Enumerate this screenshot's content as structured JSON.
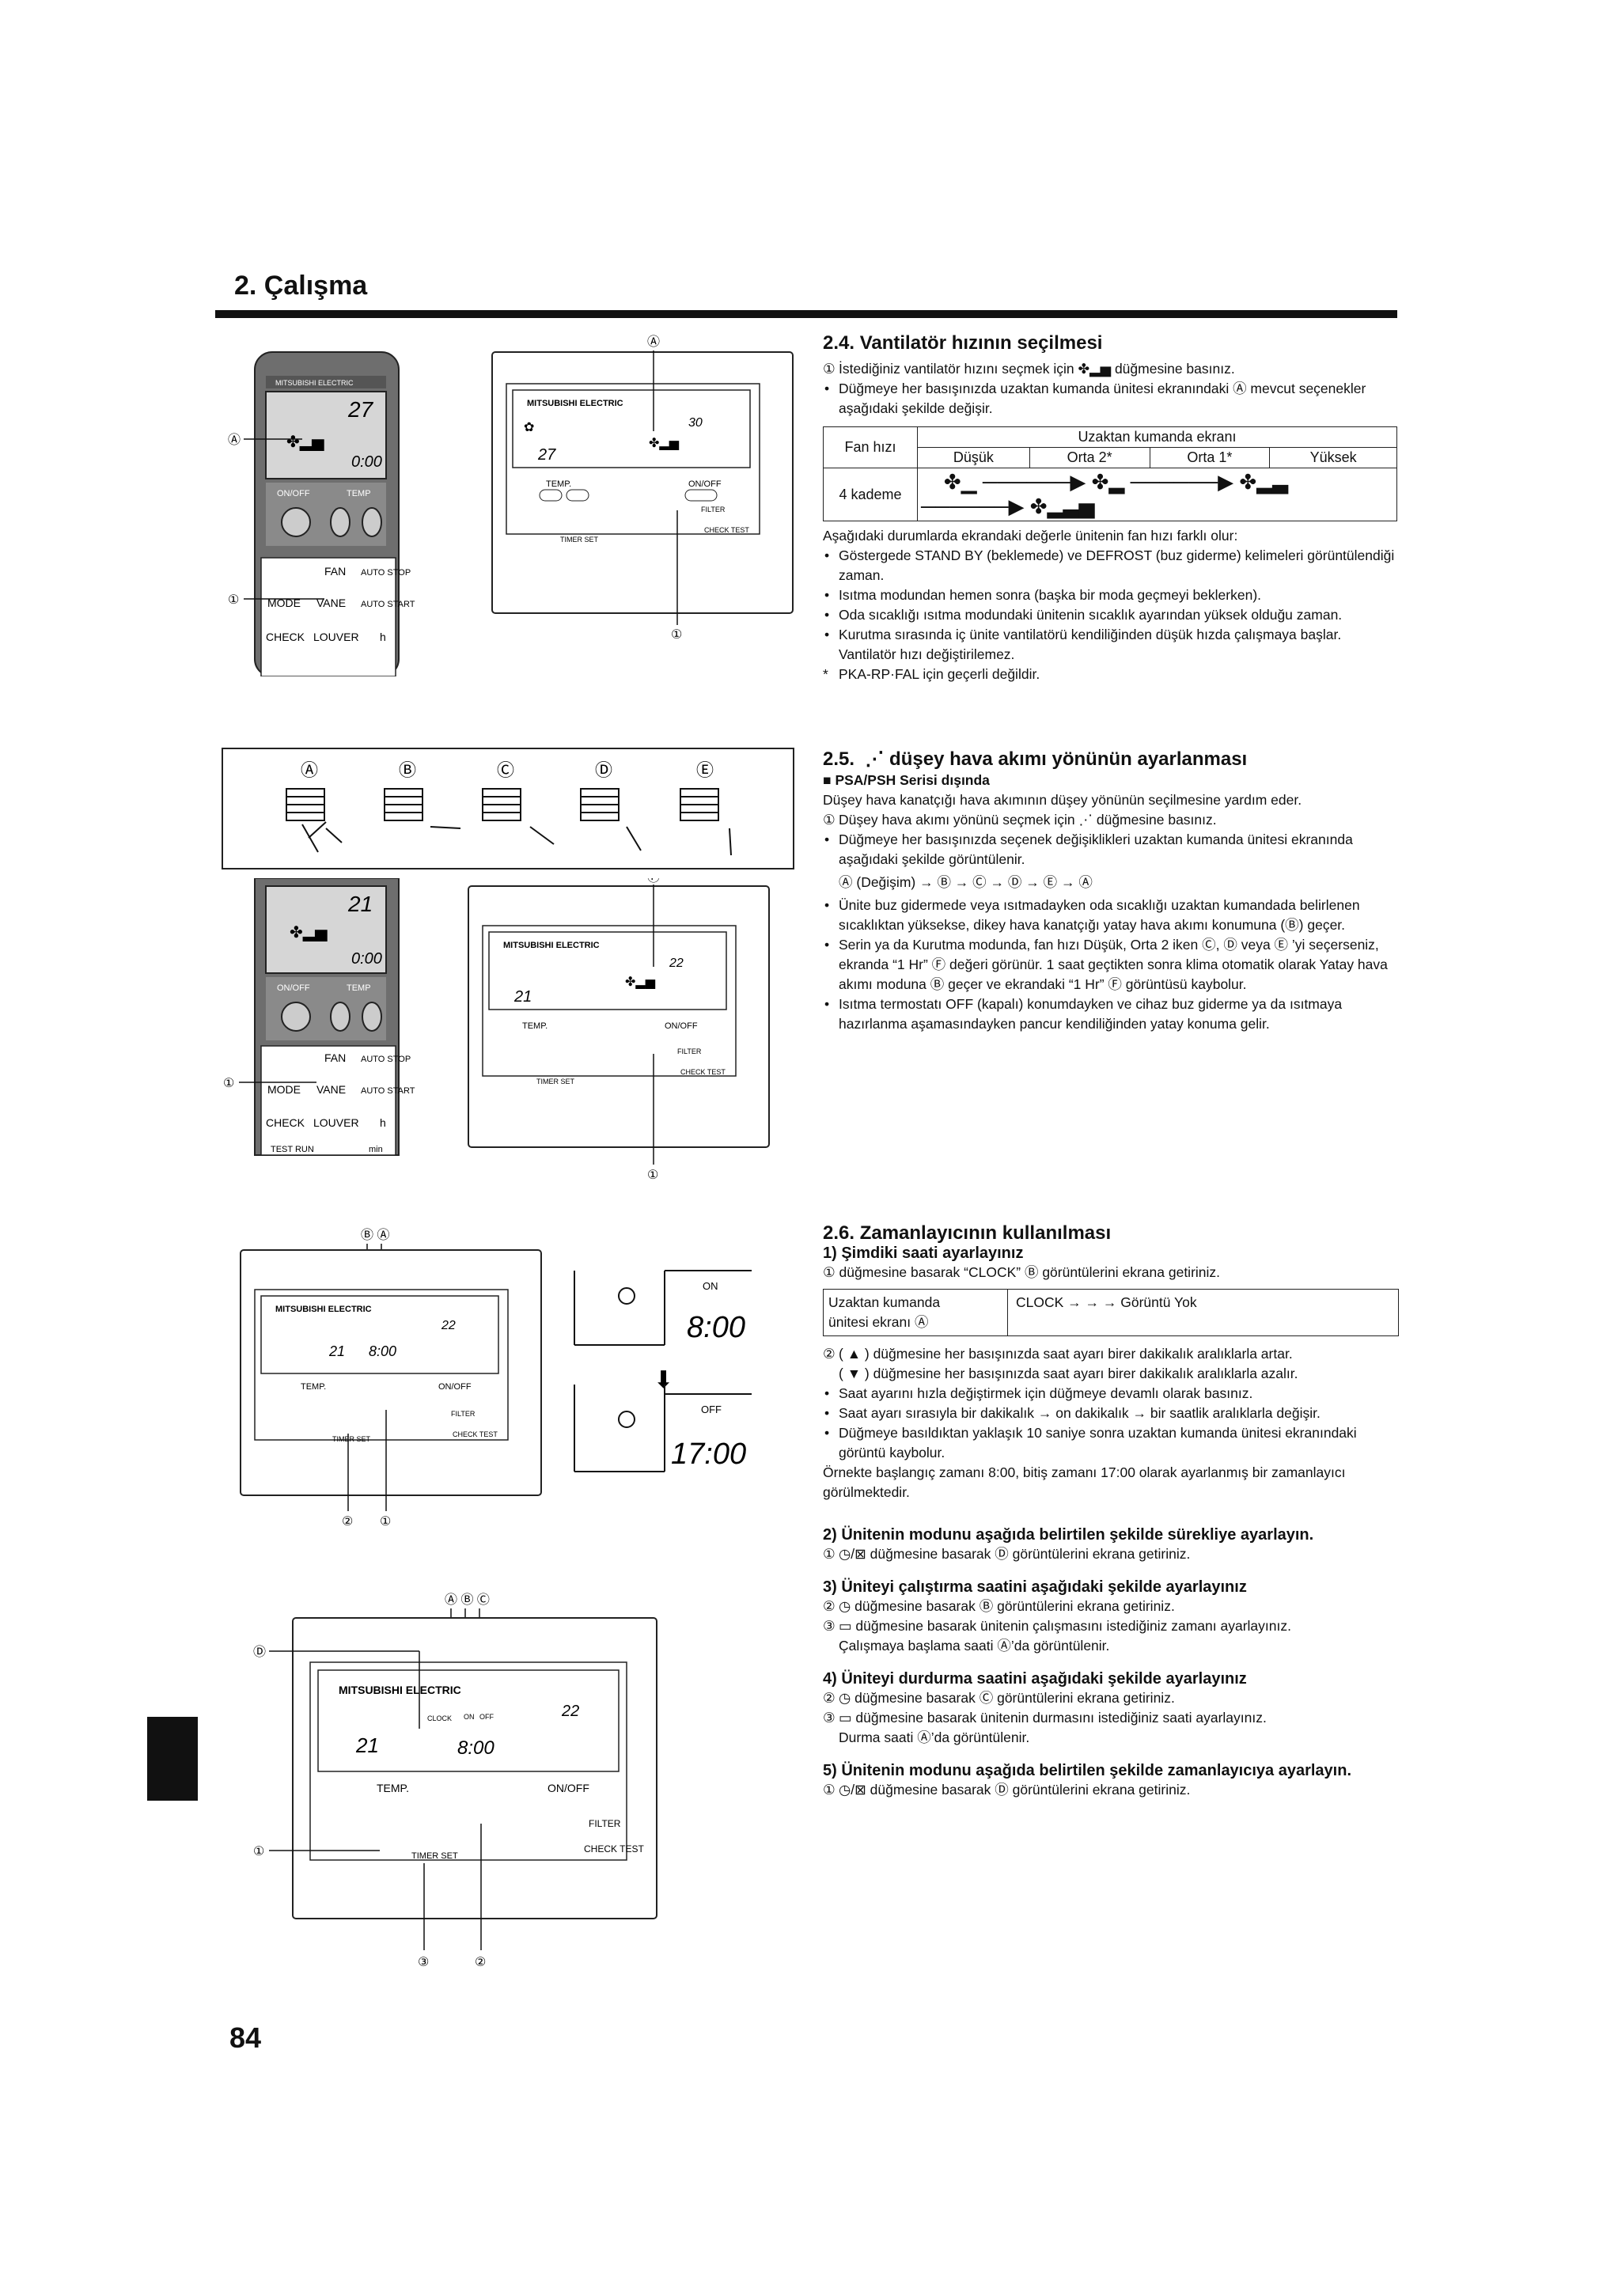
{
  "header": {
    "section_title": "2. Çalışma",
    "page_number": "84"
  },
  "s24": {
    "title": "2.4.  Vantilatör hızının seçilmesi",
    "step1": "İstediğiniz vantilatör hızını seçmek için",
    "step1_tail": "düğmesine basınız.",
    "bullet1": "Düğmeye her basışınızda uzaktan kumanda ünitesi ekranındaki Ⓐ mevcut seçenekler aşağıdaki şekilde değişir.",
    "table": {
      "row_label_header": "Fan hızı",
      "display_header": "Uzaktan kumanda ekranı",
      "cols": [
        "Düşük",
        "Orta 2*",
        "Orta 1*",
        "Yüksek"
      ],
      "row_label": "4 kademe"
    },
    "after_table": "Aşağıdaki durumlarda ekrandaki değerle ünitenin fan hızı farklı olur:",
    "bullets": [
      "Göstergede STAND BY (beklemede) ve DEFROST (buz giderme) kelimeleri görüntülendiği zaman.",
      "Isıtma modundan hemen sonra (başka bir moda geçmeyi beklerken).",
      "Oda sıcaklığı ısıtma modundaki ünitenin sıcaklık ayarından yüksek olduğu zaman.",
      "Kurutma sırasında iç ünite vantilatörü kendiliğinden düşük hızda çalışmaya başlar. Vantilatör hızı değiştirilemez."
    ],
    "note": "PKA-RP·FAL için geçerli değildir."
  },
  "s25": {
    "title": "düşey hava akımı yönünün ayarlanması",
    "title_num": "2.5.",
    "subhead": "PSA/PSH Serisi dışında",
    "intro": "Düşey hava kanatçığı hava akımının düşey yönünün seçilmesine yardım eder.",
    "step1": "Düşey hava akımı yönünü seçmek için",
    "step1_tail": "düğmesine basınız.",
    "bullet1": "Düğmeye her basışınızda seçenek değişiklikleri uzaktan kumanda ünitesi ekranında aşağıdaki şekilde görüntülenir.",
    "sequence": "Ⓐ (Değişim) → Ⓑ → Ⓒ → Ⓓ → Ⓔ → Ⓐ",
    "bullets": [
      "Ünite buz gidermede veya ısıtmadayken oda sıcaklığı uzaktan kumandada belirlenen sıcaklıktan yüksekse, dikey hava kanatçığı yatay hava akımı konumuna (Ⓑ) geçer.",
      "Serin ya da Kurutma modunda, fan hızı Düşük, Orta 2 iken Ⓒ, Ⓓ veya Ⓔ ’yi seçerseniz, ekranda “1 Hr” Ⓕ değeri görünür. 1 saat geçtikten sonra klima otomatik olarak Yatay hava akımı moduna Ⓑ geçer ve ekrandaki “1 Hr” Ⓕ görüntüsü kaybolur.",
      "Isıtma termostatı OFF (kapalı) konumdayken ve cihaz buz giderme ya da ısıtmaya hazırlanma aşamasındayken pancur kendiliğinden yatay konuma gelir."
    ],
    "vane_labels": [
      "A",
      "B",
      "C",
      "D",
      "E"
    ]
  },
  "s26": {
    "title": "2.6.  Zamanlayıcının kullanılması",
    "sub1": "1)  Şimdiki saati ayarlayınız",
    "sub1_step": "① düğmesine basarak “CLOCK” Ⓑ görüntülerini ekrana getiriniz.",
    "box_left1": "Uzaktan kumanda",
    "box_left2": "ünitesi ekranı Ⓐ",
    "box_right": "CLOCK →        →        → Görüntü Yok",
    "step2a": "düğmesine her basışınızda saat ayarı birer dakikalık aralıklarla artar.",
    "step2b": "düğmesine her basışınızda saat ayarı birer dakikalık aralıklarla azalır.",
    "bullets": [
      "Saat ayarını hızla değiştirmek için düğmeye devamlı olarak basınız.",
      "Saat ayarı sırasıyla bir dakikalık → on dakikalık → bir saatlik aralıklarla değişir.",
      "Düğmeye basıldıktan yaklaşık 10 saniye sonra uzaktan kumanda ünitesi ekranındaki görüntü kaybolur."
    ],
    "example": "Örnekte başlangıç zamanı 8:00, bitiş zamanı 17:00 olarak ayarlanmış bir zamanlayıcı görülmektedir.",
    "sub2": "2)  Ünitenin modunu aşağıda belirtilen şekilde sürekliye ayarlayın.",
    "sub2_step": "düğmesine basarak Ⓓ görüntülerini ekrana getiriniz.",
    "sub3": "3)  Üniteyi çalıştırma saatini aşağıdaki şekilde ayarlayınız",
    "sub3_step2": "düğmesine basarak Ⓑ görüntülerini ekrana getiriniz.",
    "sub3_step3": "düğmesine basarak ünitenin çalışmasını istediğiniz zamanı ayarlayınız.",
    "sub3_step3b": "Çalışmaya başlama saati Ⓐ’da görüntülenir.",
    "sub4": "4)  Üniteyi durdurma saatini aşağıdaki şekilde ayarlayınız",
    "sub4_step2": "düğmesine basarak Ⓒ görüntülerini ekrana getiriniz.",
    "sub4_step3": "düğmesine basarak ünitenin durmasını istediğiniz saati ayarlayınız.",
    "sub4_step3b": "Durma saati Ⓐ’da görüntülenir.",
    "sub5": "5)  Ünitenin modunu aşağıda belirtilen şekilde zamanlayıcıya ayarlayın.",
    "sub5_step": "düğmesine basarak Ⓓ görüntülerini ekrana getiriniz.",
    "clock_on": "8:00",
    "clock_off": "17:00",
    "on_label": "ON",
    "off_label": "OFF"
  },
  "device": {
    "brand": "MITSUBISHI ELECTRIC",
    "temp_lbl": "TEMP.",
    "onoff_lbl": "ON/OFF",
    "filter_lbl": "FILTER",
    "check_test_lbl": "CHECK TEST",
    "timer_set_lbl": "TIMER SET",
    "temp1": "30",
    "room1": "27",
    "temp2": "22",
    "room2": "21",
    "remote_temp": "27",
    "remote_temp2": "21",
    "remote_time": "0:00",
    "fan_lbl": "FAN",
    "vane_lbl": "VANE",
    "mode_lbl": "MODE",
    "check_lbl": "CHECK",
    "louver_lbl": "LOUVER",
    "autostop_lbl": "AUTO STOP",
    "autostart_lbl": "AUTO START",
    "onoff_r": "ON/OFF",
    "temp_r": "TEMP",
    "h_lbl": "h",
    "min_lbl": "min",
    "testrun_lbl": "TEST RUN",
    "clock_small": "8:00",
    "clock_small2": "8:00",
    "clock_sub": "CLOCK",
    "on_sub": "ON",
    "off_sub": "OFF"
  },
  "callouts": {
    "A": "A",
    "B": "B",
    "C": "C",
    "D": "D",
    "F": "F",
    "one": "1",
    "two": "2",
    "three": "3"
  }
}
